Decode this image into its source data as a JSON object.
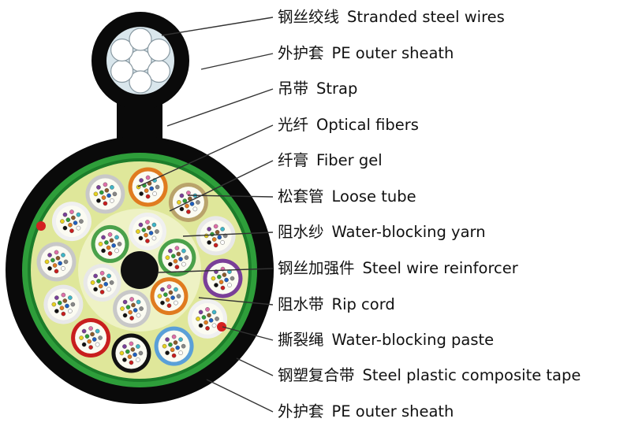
{
  "labels": [
    {
      "cn": "钢丝绞线",
      "en": "Stranded steel wires"
    },
    {
      "cn": "外护套",
      "en": "PE outer sheath"
    },
    {
      "cn": "吊带",
      "en": "Strap"
    },
    {
      "cn": "光纤",
      "en": "Optical fibers"
    },
    {
      "cn": "纤膏",
      "en": "Fiber gel"
    },
    {
      "cn": "松套管",
      "en": "Loose tube"
    },
    {
      "cn": "阻水纱",
      "en": "Water-blocking yarn"
    },
    {
      "cn": "钢丝加强件",
      "en": "Steel  wire reinforcer"
    },
    {
      "cn": "阻水带",
      "en": "Rip cord"
    },
    {
      "cn": "撕裂绳",
      "en": "Water-blocking paste"
    },
    {
      "cn": "钢塑复合带",
      "en": "Steel plastic composite tape"
    },
    {
      "cn": "外护套",
      "en": "PE outer sheath"
    }
  ],
  "colors": {
    "sheath": "#0a0a0a",
    "tape": "#2e9e3a",
    "gel": "#dfe79a",
    "core": "#101010",
    "wire": "#ffffff",
    "rip_cord": "#d42020",
    "leader": "#333333"
  },
  "tube_colors": [
    "#f0f0f0",
    "#4aa14a",
    "#e07b1f",
    "#c8c8c8",
    "#e8e8e8",
    "#4aa14a",
    "#e07b1f",
    "#b9a36b",
    "#e8e8e8",
    "#7a3f98",
    "#f0f0f0",
    "#5aa0d8",
    "#111111",
    "#c81e1e",
    "#e8e8e8",
    "#c8c8c8",
    "#f0f0f0",
    "#c8c8c8"
  ]
}
